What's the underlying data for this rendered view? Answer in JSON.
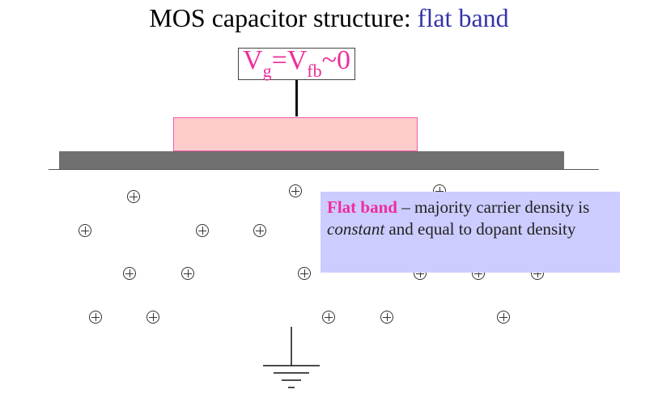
{
  "title": {
    "main": "MOS capacitor structure: ",
    "accent": "flat band"
  },
  "gate_label": {
    "v": "V",
    "g": "g",
    "eq": "=V",
    "fb": "fb",
    "tail": "~0"
  },
  "callout": {
    "highlight": "Flat band",
    "text1": " – majority carrier density is ",
    "italic": "constant",
    "text2": " and equal to dopant density"
  },
  "colors": {
    "title_accent": "#3333aa",
    "label_pink": "#ee2d9b",
    "gate_fill": "#ffcccc",
    "oxide": "#707070",
    "callout_bg": "#ccccff"
  },
  "icons": {
    "ion": "circled-plus-icon",
    "ground": "ground-symbol-icon"
  },
  "dopant_ion_count": 20
}
